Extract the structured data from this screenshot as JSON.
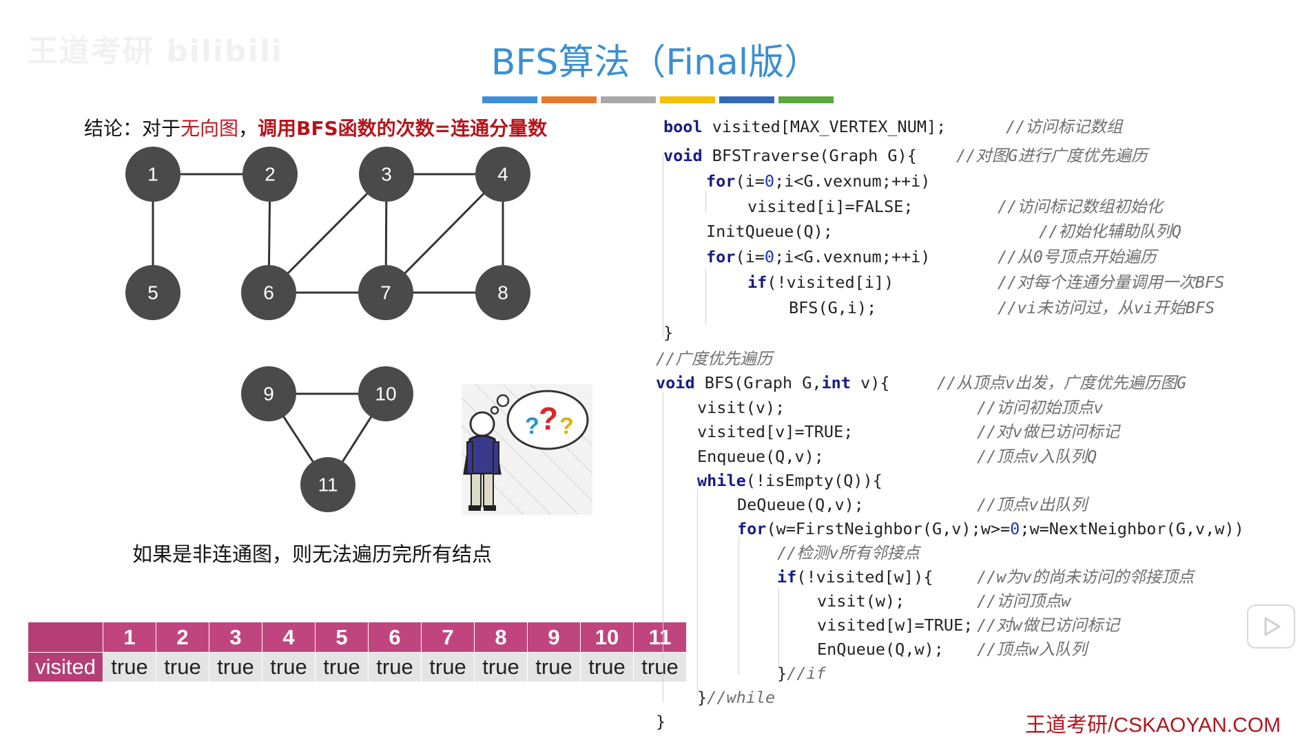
{
  "watermark": "王道考研 bilibili",
  "title": "BFS算法（Final版）",
  "colorbar": [
    "#3b8fd9",
    "#e8792a",
    "#a8a8a8",
    "#f5c000",
    "#3468b8",
    "#5aa83a"
  ],
  "conclusion": {
    "prefix": "结论：对于",
    "highlight": "无向图",
    "sep": "，",
    "main": "调用BFS函数的次数=连通分量数"
  },
  "graph": {
    "nodes": [
      {
        "id": "1",
        "label": "1"
      },
      {
        "id": "2",
        "label": "2"
      },
      {
        "id": "3",
        "label": "3"
      },
      {
        "id": "4",
        "label": "4"
      },
      {
        "id": "5",
        "label": "5"
      },
      {
        "id": "6",
        "label": "6"
      },
      {
        "id": "7",
        "label": "7"
      },
      {
        "id": "8",
        "label": "8"
      },
      {
        "id": "9",
        "label": "9"
      },
      {
        "id": "10",
        "label": "10"
      },
      {
        "id": "11",
        "label": "11"
      }
    ],
    "edges": [
      [
        "1",
        "2"
      ],
      [
        "1",
        "5"
      ],
      [
        "2",
        "6"
      ],
      [
        "3",
        "4"
      ],
      [
        "3",
        "6"
      ],
      [
        "3",
        "7"
      ],
      [
        "4",
        "7"
      ],
      [
        "4",
        "8"
      ],
      [
        "6",
        "7"
      ],
      [
        "7",
        "8"
      ],
      [
        "9",
        "10"
      ],
      [
        "9",
        "11"
      ],
      [
        "10",
        "11"
      ]
    ]
  },
  "note": "如果是非连通图，则无法遍历完所有结点",
  "visited_table": {
    "row_label": "visited",
    "headers": [
      "1",
      "2",
      "3",
      "4",
      "5",
      "6",
      "7",
      "8",
      "9",
      "10",
      "11"
    ],
    "values": [
      "true",
      "true",
      "true",
      "true",
      "true",
      "true",
      "true",
      "true",
      "true",
      "true",
      "true"
    ]
  },
  "code": {
    "l1": {
      "kw": "bool",
      "text": " visited[MAX_VERTEX_NUM];",
      "comment": "//访问标记数组"
    },
    "l2": {
      "kw": "void",
      "text": " BFSTraverse(Graph G){",
      "comment": "//对图G进行广度优先遍历"
    },
    "l3": {
      "kw": "for",
      "a": "(i=",
      "n": "0",
      "b": ";i<G.vexnum;++i)"
    },
    "l4": {
      "text": "visited[i]=FALSE;",
      "comment": "//访问标记数组初始化"
    },
    "l5": {
      "text": "InitQueue(Q);",
      "comment": "//初始化辅助队列Q"
    },
    "l6": {
      "kw": "for",
      "a": "(i=",
      "n": "0",
      "b": ";i<G.vexnum;++i)",
      "comment": "//从0号顶点开始遍历"
    },
    "l7": {
      "kw": "if",
      "text": "(!visited[i])",
      "comment": "//对每个连通分量调用一次BFS"
    },
    "l8": {
      "text": "BFS(G,i);",
      "comment": "//vi未访问过，从vi开始BFS"
    },
    "l9": {
      "text": "}"
    },
    "l10": {
      "comment": "//广度优先遍历"
    },
    "l11": {
      "kw": "void",
      "a": " BFS(Graph G,",
      "kw2": "int",
      "b": " v){",
      "comment": "//从顶点v出发，广度优先遍历图G"
    },
    "l12": {
      "text": "visit(v);",
      "comment": "//访问初始顶点v"
    },
    "l13": {
      "text": "visited[v]=TRUE;",
      "comment": "//对v做已访问标记"
    },
    "l14": {
      "text": "Enqueue(Q,v);",
      "comment": "//顶点v入队列Q"
    },
    "l15": {
      "kw": "while",
      "text": "(!isEmpty(Q)){"
    },
    "l16": {
      "text": "DeQueue(Q,v);",
      "comment": "//顶点v出队列"
    },
    "l17": {
      "kw": "for",
      "a": "(w=FirstNeighbor(G,v);w>=",
      "n": "0",
      "b": ";w=NextNeighbor(G,v,w))"
    },
    "l18": {
      "comment": "//检测v所有邻接点"
    },
    "l19": {
      "kw": "if",
      "text": "(!visited[w]){",
      "comment": "//w为v的尚未访问的邻接顶点"
    },
    "l20": {
      "text": "visit(w);",
      "comment": "//访问顶点w"
    },
    "l21": {
      "text": "visited[w]=TRUE;",
      "comment": "//对w做已访问标记"
    },
    "l22": {
      "text": "EnQueue(Q,w);",
      "comment": "//顶点w入队列"
    },
    "l23": {
      "text": "}",
      "comment": "//if"
    },
    "l24": {
      "text": "}",
      "comment": "//while"
    },
    "l25": {
      "text": "}"
    }
  },
  "footer": "王道考研/CSKAOYAN.COM",
  "colors": {
    "title": "#3a8fd3",
    "node": "#4a4a4a",
    "highlight_red": "#c0161e",
    "table_header": "#c0457e",
    "keyword": "#1a1a8a"
  }
}
